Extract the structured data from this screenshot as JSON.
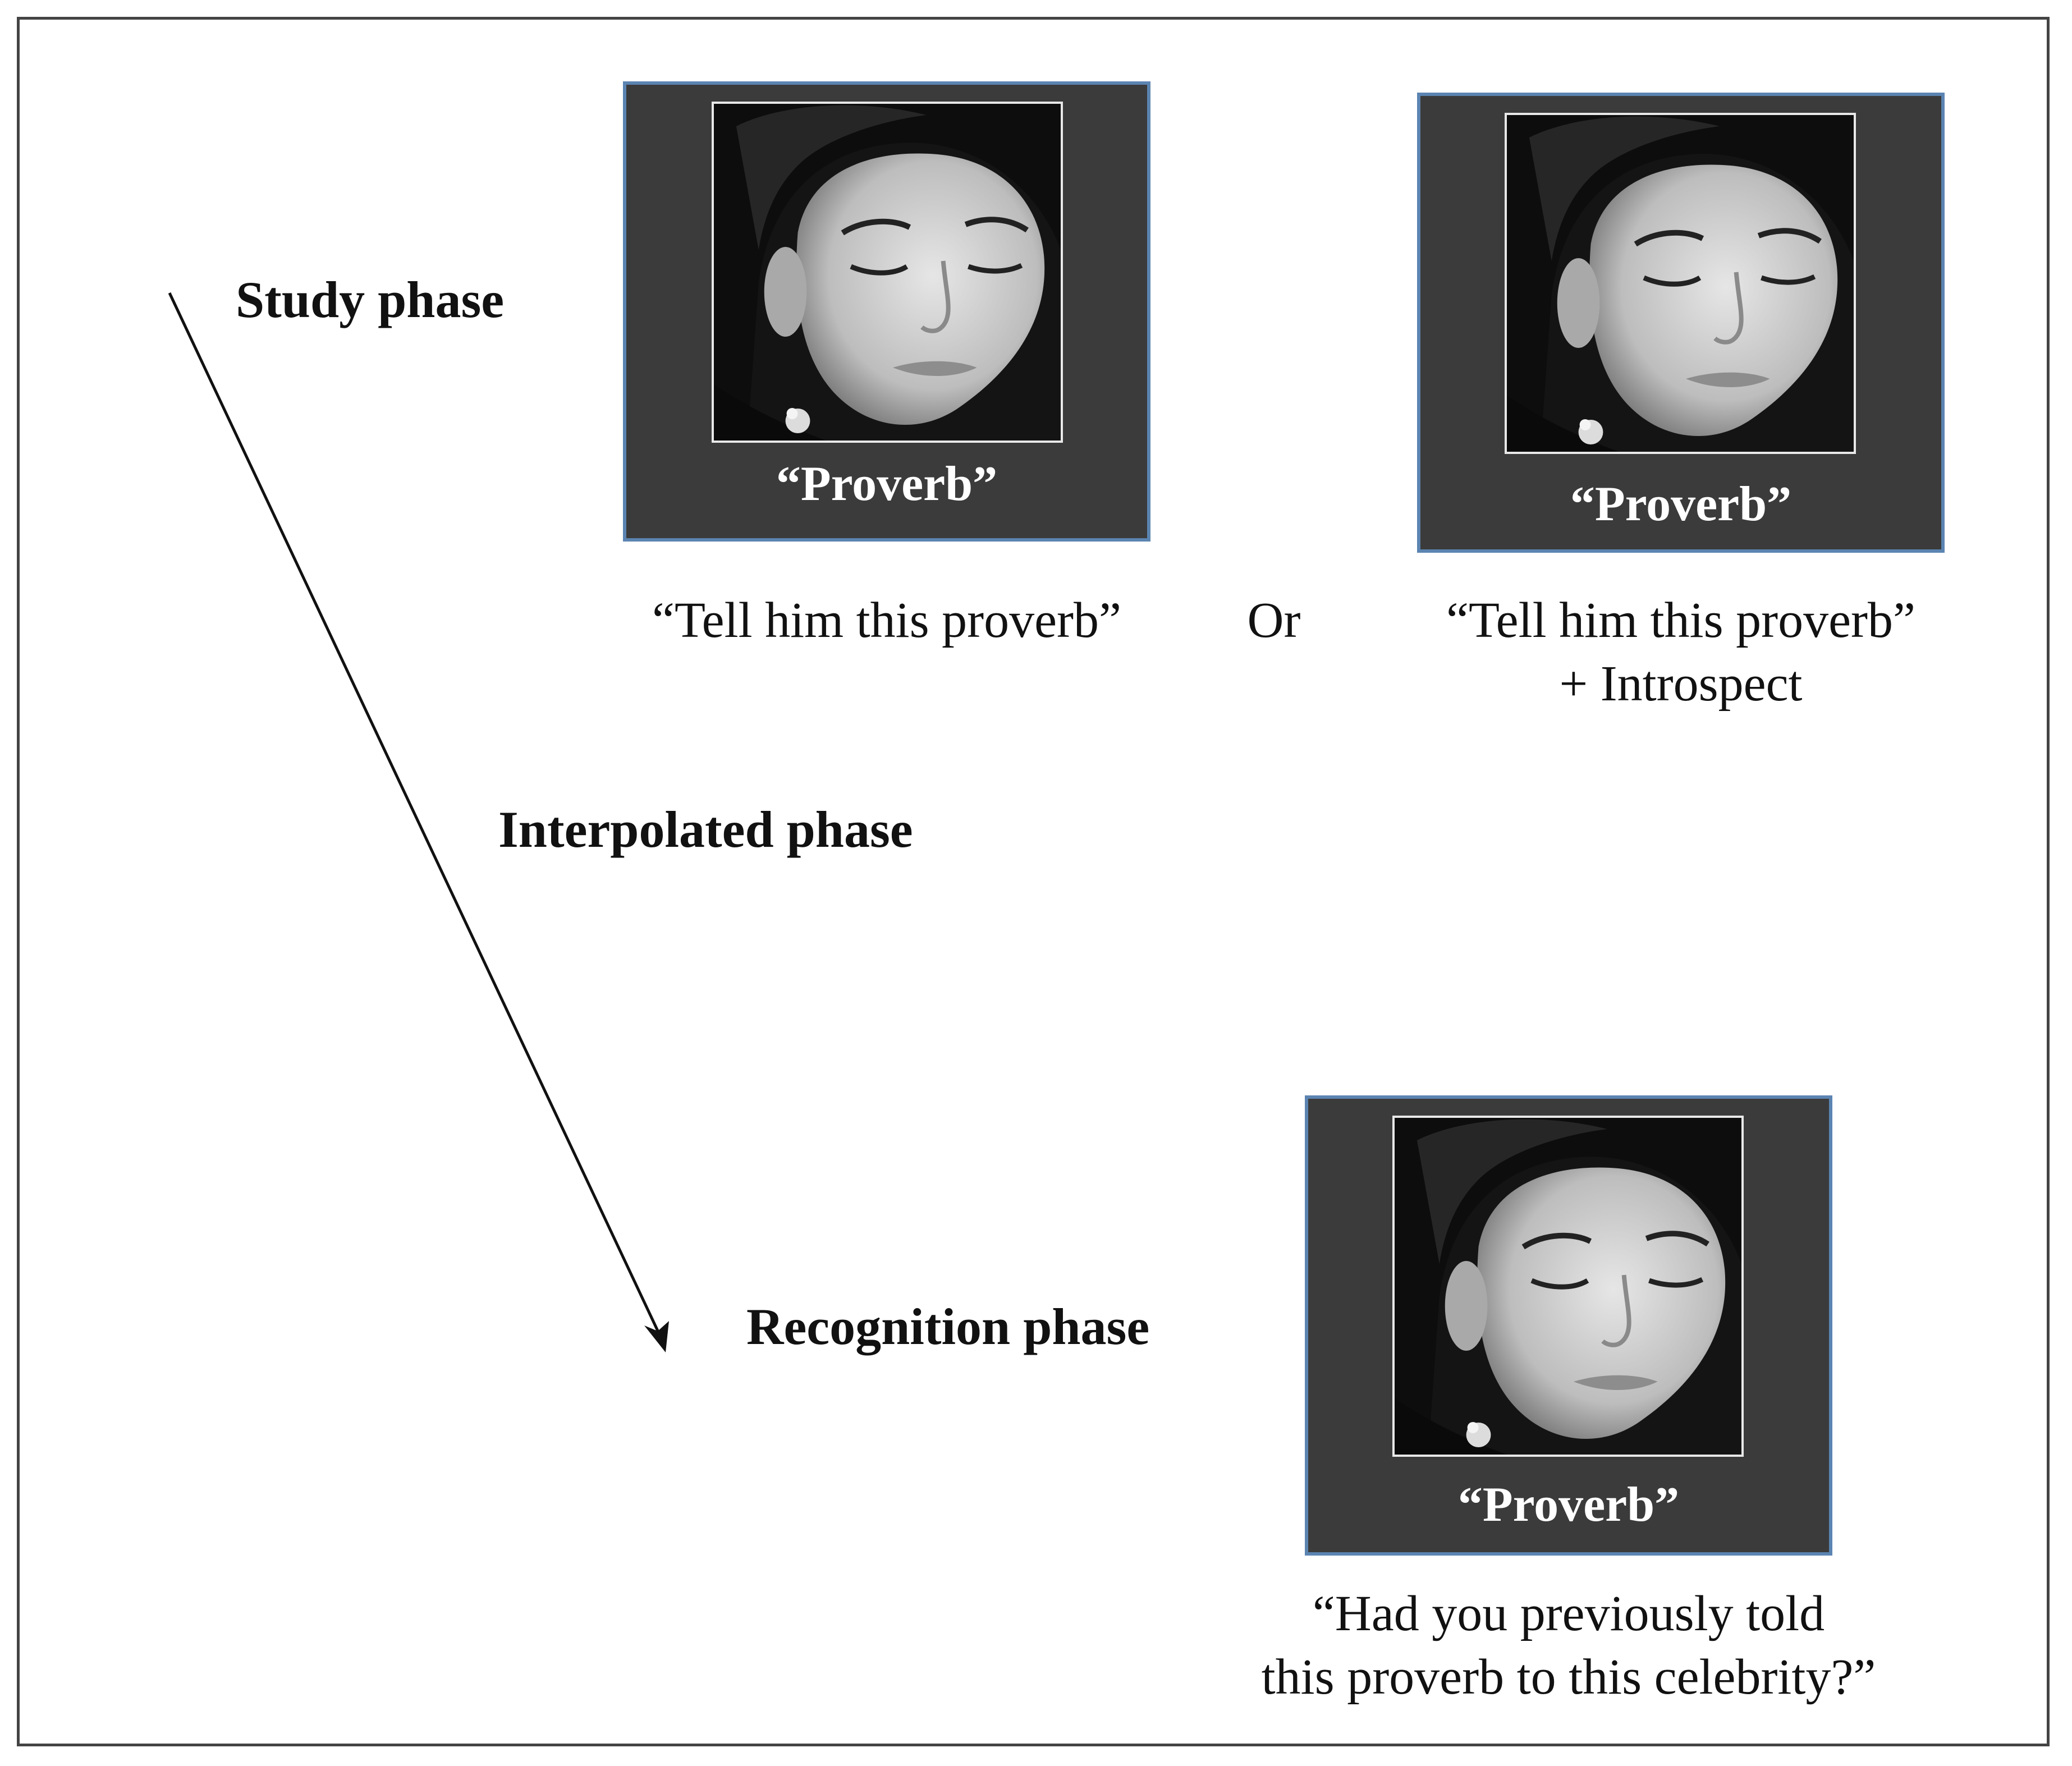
{
  "phases": {
    "study": "Study phase",
    "interpolated": "Interpolated phase",
    "recognition": "Recognition phase"
  },
  "study_cards": [
    {
      "caption": "“Proverb”",
      "instruction_lines": [
        "“Tell him this proverb”"
      ]
    },
    {
      "caption": "“Proverb”",
      "instruction_lines": [
        "“Tell him this proverb”",
        "+ Introspect"
      ]
    }
  ],
  "connector": "Or",
  "recognition_card": {
    "caption": "“Proverb”",
    "instruction_lines": [
      "“Had you previously told",
      "this proverb to this celebrity?”"
    ]
  },
  "colors": {
    "card_background": "#3b3b3b",
    "card_border": "#5b84b1",
    "caption_text": "#ffffff"
  },
  "icons": {
    "timeline_arrow": "arrow-down-right-icon",
    "face_photo": "celebrity-face-photo"
  }
}
